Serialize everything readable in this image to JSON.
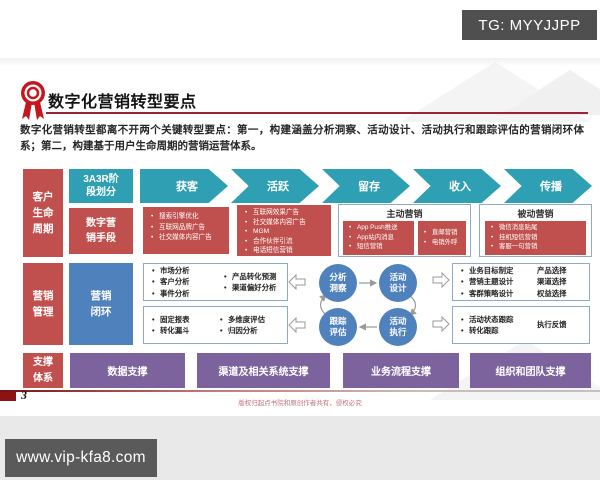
{
  "badge": {
    "text": "TG: MYYJJPP"
  },
  "site": {
    "url_text": "www.vip-kfa8.com"
  },
  "slide": {
    "title": "数字化营销转型要点",
    "intro": "数字化营销转型都离不开两个关键转型要点：第一，构建涵盖分析洞察、活动设计、活动执行和跟踪评估的营销闭环体系；第二，构建基于用户生命周期的营销运营体系。",
    "page_number": "3",
    "copyright": "版权归起点书院和原创作者共有，侵权必究"
  },
  "row_labels": {
    "lifecycle": "客户生命周期",
    "management": "营销管理",
    "support": "支撑体系"
  },
  "lifecycle_row": {
    "stage_header": "3A3R阶段划分",
    "stages": [
      "获客",
      "活跃",
      "留存",
      "收入",
      "传播"
    ]
  },
  "methods_row": {
    "header": "数字营销手段",
    "acquire_items": [
      "搜索引擎优化",
      "互联网品牌广告",
      "社交媒体内容广告"
    ],
    "active_items": [
      "互联网效果广告",
      "社交媒体内容广告",
      "MGM",
      "合作伙伴引流",
      "电话短信营销"
    ],
    "active_marketing": {
      "title": "主动营销",
      "group1": [
        "App Push推送",
        "App站内消息",
        "短信营销"
      ],
      "group2": [
        "直邮营销",
        "电销外呼"
      ]
    },
    "passive_marketing": {
      "title": "被动营销",
      "items": [
        "微信消息贴尾",
        "挂机短信营销",
        "客服一句营销"
      ]
    }
  },
  "management_row": {
    "loop_label": "营销闭环",
    "analysis_box": {
      "col1": [
        "市场分析",
        "客户分析",
        "事件分析"
      ],
      "col2": [
        "产品转化预测",
        "渠道偏好分析"
      ]
    },
    "report_box": {
      "col1": [
        "固定报表",
        "转化漏斗"
      ],
      "col2": [
        "多维度评估",
        "归因分析"
      ]
    },
    "cycle": [
      "分析洞察",
      "活动设计",
      "跟踪评估",
      "活动执行"
    ],
    "target_box": {
      "bullets": [
        "业务目标制定",
        "营销主题设计",
        "客群策略设计"
      ],
      "side": [
        "产品选择",
        "渠道选择",
        "权益选择"
      ]
    },
    "tracking_box": {
      "bullets": [
        "活动状态跟踪",
        "转化跟踪"
      ],
      "side": [
        "执行反馈"
      ]
    }
  },
  "support_row": {
    "items": [
      "数据支撑",
      "渠道及相关系统支撑",
      "业务流程支撑",
      "组织和团队支撑"
    ]
  },
  "colors": {
    "accent_red": "#c0504d",
    "teal": "#2f9fb4",
    "blue": "#4f81bd",
    "purple": "#7d639e",
    "title_red": "#c4161c"
  }
}
